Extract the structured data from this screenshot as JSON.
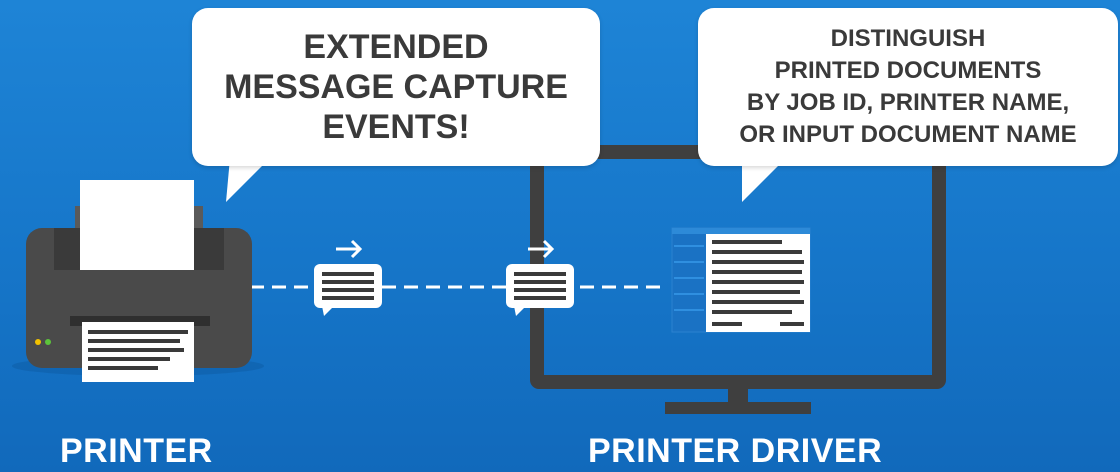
{
  "bubbles": {
    "left_text": "EXTENDED\nMESSAGE CAPTURE\nEVENTS!",
    "right_text": "DISTINGUISH\nPRINTED DOCUMENTS\nBY JOB ID, PRINTER NAME,\nOR INPUT DOCUMENT NAME"
  },
  "labels": {
    "printer": "PRINTER",
    "printer_driver": "PRINTER DRIVER"
  },
  "colors": {
    "background": "#1676c9",
    "printer_body": "#4a4a4a",
    "monitor_frame": "#3f3f3f",
    "bubble": "#ffffff",
    "indicator_yellow": "#f2c200",
    "indicator_green": "#5cc43b"
  },
  "icons": {
    "printer": "printer-icon",
    "monitor": "monitor-icon",
    "message": "message-icon",
    "arrow": "arrow-right-icon",
    "document": "document-icon"
  }
}
